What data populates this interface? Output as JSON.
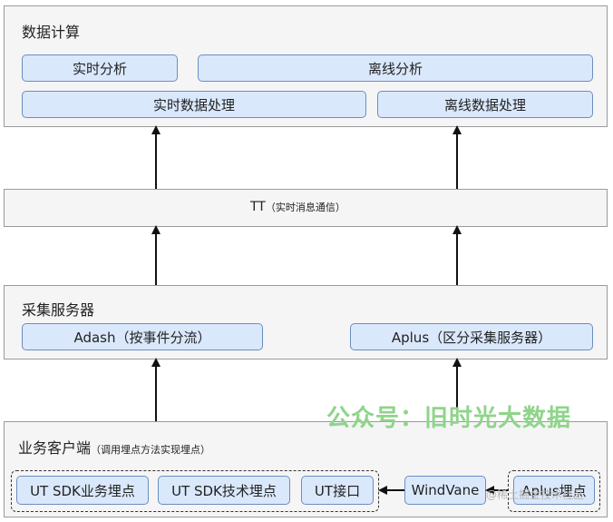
{
  "compute": {
    "title": "数据计算",
    "realtime_analysis": "实时分析",
    "offline_analysis": "离线分析",
    "realtime_processing": "实时数据处理",
    "offline_processing": "离线数据处理"
  },
  "tt": {
    "label": "TT",
    "sub": "（实时消息通信）"
  },
  "collect": {
    "title": "采集服务器",
    "adash": "Adash（按事件分流）",
    "aplus": "Aplus（区分采集服务器）"
  },
  "client": {
    "title": "业务客户端",
    "sub": "（调用埋点方法实现埋点）",
    "ut_biz": "UT SDK业务埋点",
    "ut_tech": "UT SDK技术埋点",
    "ut_api": "UT接口",
    "windvane": "WindVane",
    "aplus_track": "Aplus埋点"
  },
  "watermark": {
    "main": "公众号：旧时光大数据",
    "corner": "@稀土掘金技术社区"
  }
}
